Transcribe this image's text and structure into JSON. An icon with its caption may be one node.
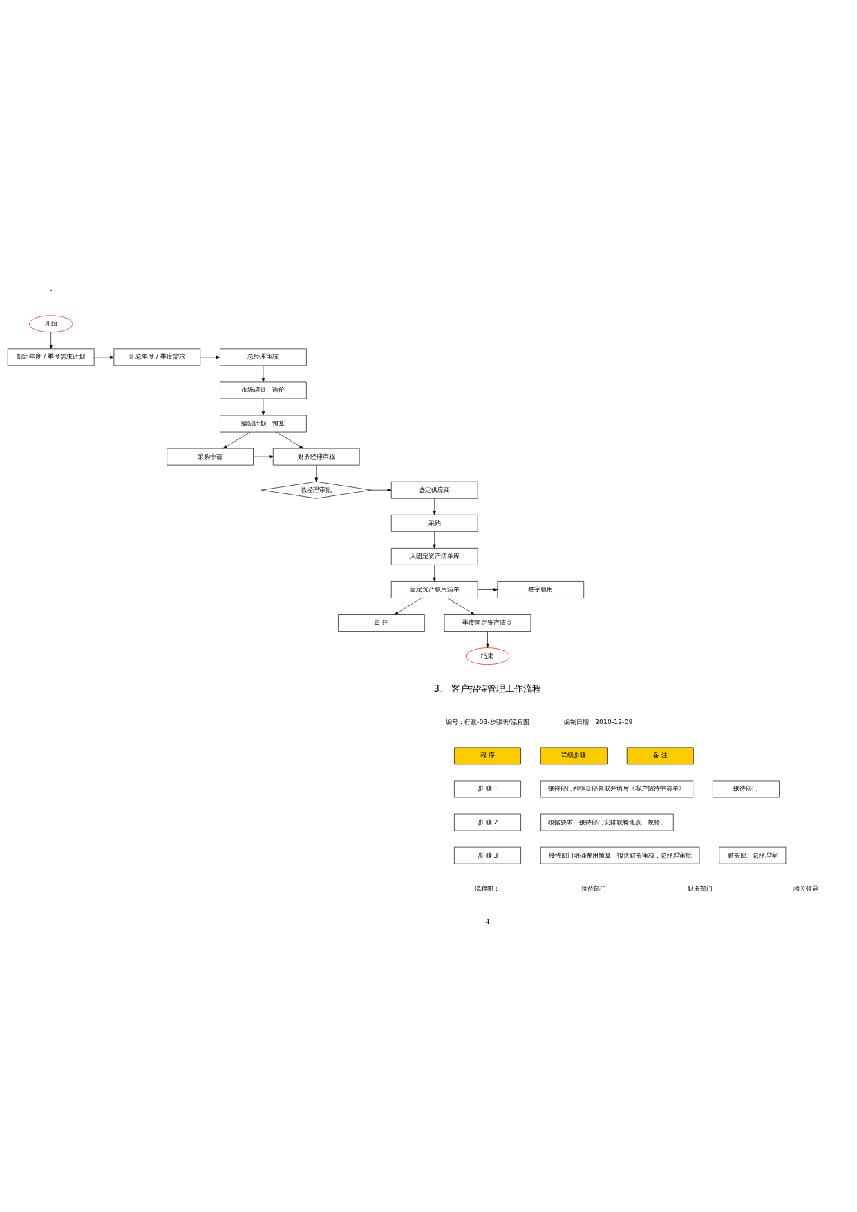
{
  "diagram": {
    "nodes": [
      {
        "text": [
          "开始"
        ]
      },
      {
        "text": [
          "制定年度 / 季度需求计划"
        ]
      },
      {
        "text": [
          "汇总年度 / 季度需求"
        ]
      },
      {
        "text": [
          "总经理审核"
        ]
      },
      {
        "text": [
          "市场调查、询价"
        ]
      },
      {
        "text": [
          "编制计划、预算"
        ]
      },
      {
        "text": [
          "采购申请"
        ]
      },
      {
        "text": [
          "财务经理审核"
        ]
      },
      {
        "text": [
          "总经理审批"
        ]
      },
      {
        "text": [
          "选定供应商"
        ]
      },
      {
        "text": [
          "采购"
        ]
      },
      {
        "text": [
          "入固定资产清单库"
        ]
      },
      {
        "text": [
          "签字领用"
        ]
      },
      {
        "text": [
          "固定资产领用清单"
        ]
      },
      {
        "text": [
          "归 还"
        ]
      },
      {
        "text": [
          "季度固定资产清点"
        ]
      },
      {
        "text": [
          "结束"
        ]
      }
    ],
    "edges": [
      {
        "from": 0,
        "to": 1,
        "arrow": "to"
      },
      {
        "from": 1,
        "to": 2,
        "arrow": "to"
      },
      {
        "from": 2,
        "to": 3,
        "arrow": "to"
      },
      {
        "from": 3,
        "to": 4,
        "arrow": "to"
      },
      {
        "from": 4,
        "to": 5,
        "arrow": "to"
      },
      {
        "from": 5,
        "to": 6,
        "arrow": "to"
      },
      {
        "from": 6,
        "to": 7,
        "arrow": "to"
      },
      {
        "from": 5,
        "to": 7,
        "arrow": "to"
      },
      {
        "from": 7,
        "to": 8,
        "arrow": "to"
      },
      {
        "from": 8,
        "to": 9,
        "arrow": "to"
      },
      {
        "from": 9,
        "to": 10,
        "arrow": "to"
      },
      {
        "from": 10,
        "to": 11,
        "arrow": "to"
      },
      {
        "from": 11,
        "to": 13,
        "arrow": "to"
      },
      {
        "from": 13,
        "to": 12,
        "arrow": "to"
      },
      {
        "from": 13,
        "to": 14,
        "arrow": "to"
      },
      {
        "from": 13,
        "to": 15,
        "arrow": "to"
      },
      {
        "from": 15,
        "to": 16,
        "arrow": "to"
      }
    ],
    "labels": [
      "-",
      "3、 客户招待管理工作流程",
      "编号：行政-03-步骤表/流程图",
      "编制日期：2010-12-09",
      "程 序",
      "详细步骤",
      "备 注",
      "步 骤 1",
      "接待部门到综合部领取并填写《客户招待申请单》",
      "接待部门",
      "步 骤 2",
      "根据要求，接待部门安排就餐地点、规格。",
      "步 骤 3",
      "接待部门明确费用预算，报送财务审核，总经理审批",
      "财务部、总经理室",
      "流程图：",
      "接待部门",
      "财务部门",
      "相关领导",
      "4"
    ]
  }
}
